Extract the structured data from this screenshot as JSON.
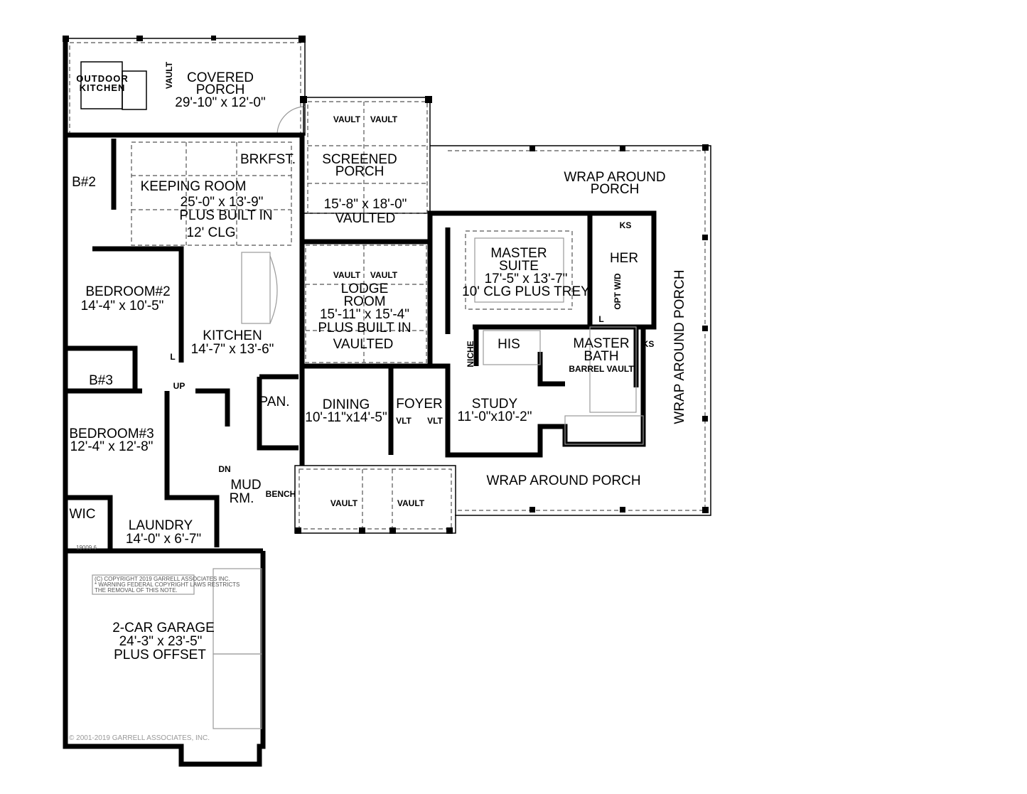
{
  "plan": {
    "rooms": {
      "covered_porch": {
        "name": "COVERED PORCH",
        "line1": "COVERED",
        "line2": "PORCH",
        "size": "29'-10\" x 12'-0\""
      },
      "outdoor_kitchen": {
        "line1": "OUTDOOR",
        "line2": "KITCHEN"
      },
      "screened_porch": {
        "line1": "SCREENED",
        "line2": "PORCH",
        "size": "15'-8\" x 18'-0\"",
        "note": "VAULTED"
      },
      "keeping_room": {
        "name": "KEEPING ROOM",
        "size": "25'-0\" x 13'-9\"",
        "note1": "PLUS BUILT IN",
        "note2": "12' CLG"
      },
      "breakfast": {
        "name": "BRKFST."
      },
      "bath2": {
        "name": "B#2"
      },
      "bedroom2": {
        "name": "BEDROOM#2",
        "size": "14'-4\" x 10'-5\""
      },
      "kitchen": {
        "name": "KITCHEN",
        "size": "14'-7\" x 13'-6\""
      },
      "lodge_room": {
        "line1": "LODGE",
        "line2": "ROOM",
        "size": "15'-11\" x 15'-4\"",
        "note1": "PLUS BUILT IN",
        "note2": "VAULTED"
      },
      "master_suite": {
        "line1": "MASTER",
        "line2": "SUITE",
        "size": "17'-5\" x 13'-7\"",
        "note": "10' CLG PLUS TREY"
      },
      "her": {
        "name": "HER"
      },
      "his": {
        "name": "HIS"
      },
      "master_bath": {
        "line1": "MASTER",
        "line2": "BATH",
        "note": "BARREL VAULT"
      },
      "bath3": {
        "name": "B#3"
      },
      "bedroom3": {
        "name": "BEDROOM#3",
        "size": "12'-4\" x 12'-8\""
      },
      "pantry": {
        "name": "PAN."
      },
      "dining": {
        "name": "DINING",
        "size": "10'-11\"x14'-5\""
      },
      "foyer": {
        "name": "FOYER"
      },
      "study": {
        "name": "STUDY",
        "size": "11'-0\"x10'-2\""
      },
      "mud_room": {
        "line1": "MUD",
        "line2": "RM."
      },
      "wic": {
        "name": "WIC"
      },
      "laundry": {
        "name": "LAUNDRY",
        "size": "14'-0\" x 6'-7\""
      },
      "garage": {
        "name": "2-CAR GARAGE",
        "size": "24'-3\" x 23'-5\"",
        "note": "PLUS OFFSET"
      },
      "wrap_porch_top": {
        "line1": "WRAP AROUND",
        "line2": "PORCH"
      },
      "wrap_porch_side": {
        "name": "WRAP AROUND PORCH"
      },
      "wrap_porch_bottom": {
        "name": "WRAP AROUND PORCH"
      }
    },
    "annotations": {
      "vault": "VAULT",
      "vlt": "VLT",
      "niche": "NICHE",
      "ks": "KS",
      "opt_wd": "OPT W/D",
      "l": "L",
      "up": "UP",
      "dn": "DN",
      "bench": "BENCH",
      "plan_number": "19009.6"
    },
    "copyright_note": {
      "line1": "(C) COPYRIGHT 2019 GARRELL ASSOCIATES INC.",
      "line2": "* WARNING FEDERAL COPYRIGHT LAWS RESTRICTS",
      "line3": "THE REMOVAL OF THIS NOTE."
    },
    "copyright_footer": "© 2001-2019 GARRELL ASSOCIATES, INC."
  }
}
